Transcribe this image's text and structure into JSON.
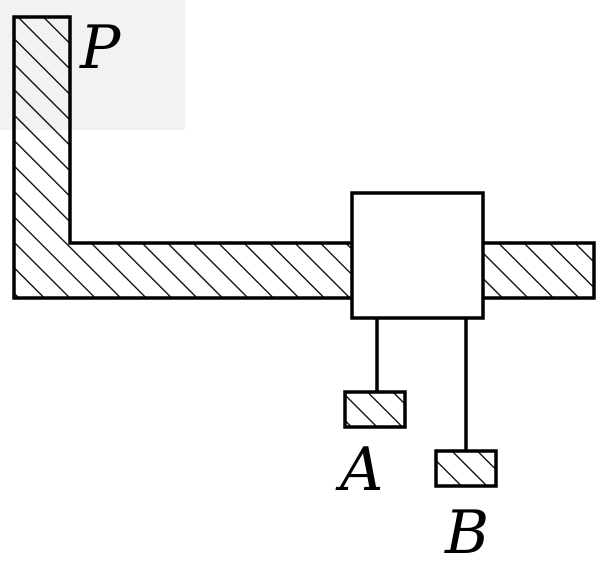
{
  "labels": {
    "support": "P",
    "weight_a": "A",
    "weight_b": "B"
  },
  "colors": {
    "stroke": "#000000",
    "background": "#ffffff",
    "watermark": "#e7e7e7"
  }
}
